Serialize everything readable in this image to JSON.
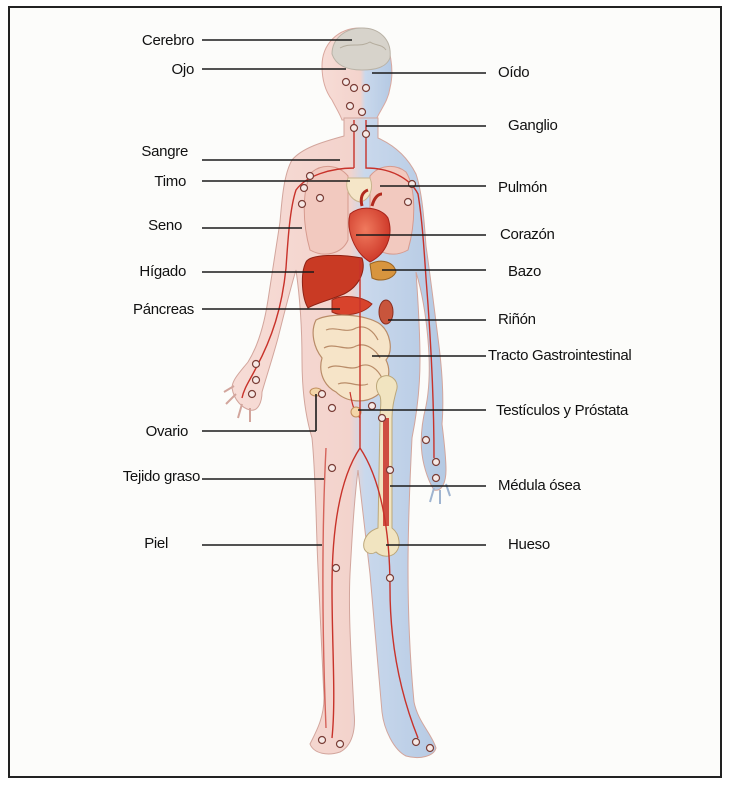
{
  "diagram": {
    "labels_left": [
      {
        "id": "cerebro",
        "text": "Cerebro"
      },
      {
        "id": "ojo",
        "text": "Ojo"
      },
      {
        "id": "sangre",
        "text": "Sangre"
      },
      {
        "id": "timo",
        "text": "Timo"
      },
      {
        "id": "seno",
        "text": "Seno"
      },
      {
        "id": "higado",
        "text": "Hígado"
      },
      {
        "id": "pancreas",
        "text": "Páncreas"
      },
      {
        "id": "ovario",
        "text": "Ovario"
      },
      {
        "id": "tejido-graso",
        "text": "Tejido graso"
      },
      {
        "id": "piel",
        "text": "Piel"
      }
    ],
    "labels_right": [
      {
        "id": "oido",
        "text": "Oído"
      },
      {
        "id": "ganglio",
        "text": "Ganglio"
      },
      {
        "id": "pulmon",
        "text": "Pulmón"
      },
      {
        "id": "corazon",
        "text": "Corazón"
      },
      {
        "id": "bazo",
        "text": "Bazo"
      },
      {
        "id": "rinon",
        "text": "Riñón"
      },
      {
        "id": "tracto",
        "text": "Tracto Gastrointestinal"
      },
      {
        "id": "testiculos",
        "text": "Testículos y Próstata"
      },
      {
        "id": "medula",
        "text": "Médula ósea"
      },
      {
        "id": "hueso",
        "text": "Hueso"
      }
    ],
    "colors": {
      "skin": "#f6d9d4",
      "skin_shadow": "#eab9b0",
      "vessel": "#c8322a",
      "lymph_side": "#bccfe6",
      "organ_red": "#d8432c",
      "liver": "#c93a24",
      "lung": "#f3cdc4",
      "bone": "#f1e6c6",
      "brain": "#d6d3cc"
    }
  }
}
